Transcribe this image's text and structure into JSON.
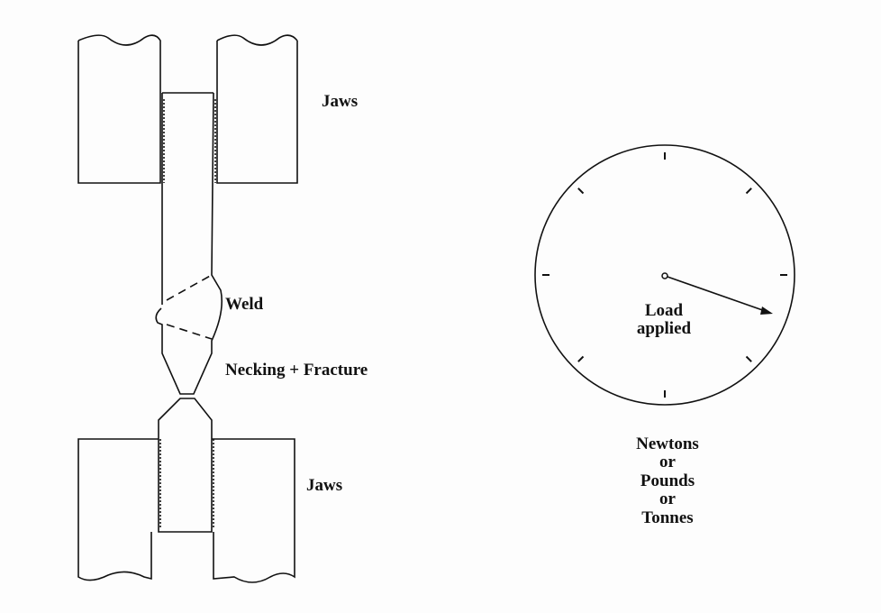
{
  "labels": {
    "jaws_top": "Jaws",
    "weld": "Weld",
    "necking": "Necking + Fracture",
    "jaws_bottom": "Jaws"
  },
  "dial": {
    "label_line1": "Load",
    "label_line2": "applied",
    "units": [
      "Newtons",
      "or",
      "Pounds",
      "or",
      "Tonnes"
    ]
  }
}
